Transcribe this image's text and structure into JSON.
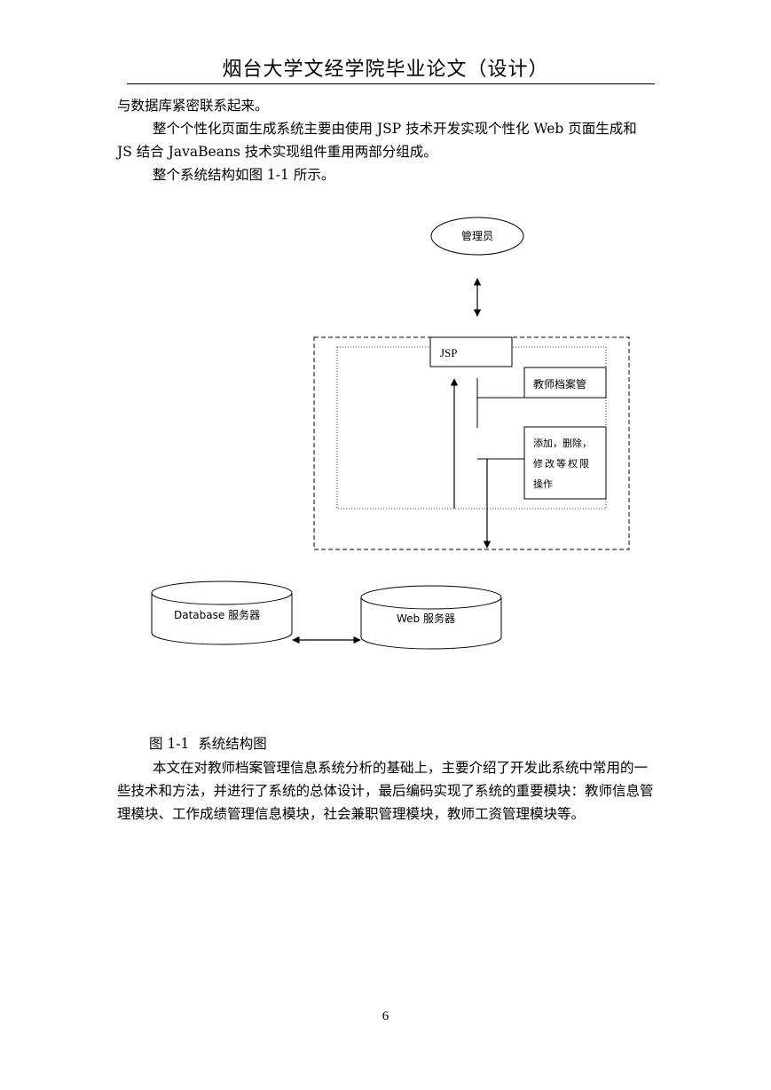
{
  "header": {
    "title": "烟台大学文经学院毕业论文（设计）"
  },
  "intro": {
    "line1": "与数据库紧密联系起来。",
    "para2": "整个个性化页面生成系统主要由使用 JSP 技术开发实现个性化 Web 页面生成和 JS 结合 JavaBeans 技术实现组件重用两部分组成。",
    "para3": "整个系统结构如图 1-1 所示。"
  },
  "diagram": {
    "admin": "管理员",
    "jsp": "JSP",
    "teacher_box": "教师档案管",
    "ops_line1": "添加，删除，",
    "ops_line2": "修改等权限",
    "ops_line3": "操作",
    "db_server": "Database 服务器",
    "web_server": "Web 服务器"
  },
  "caption": "图 1-1  系统结构图",
  "conclusion": {
    "text": "本文在对教师档案管理信息系统分析的基础上，主要介绍了开发此系统中常用的一些技术和方法，并进行了系统的总体设计，最后编码实现了系统的重要模块：教师信息管理模块、工作成绩管理信息模块，社会兼职管理模块，教师工资管理模块等。"
  },
  "page_number": "6"
}
